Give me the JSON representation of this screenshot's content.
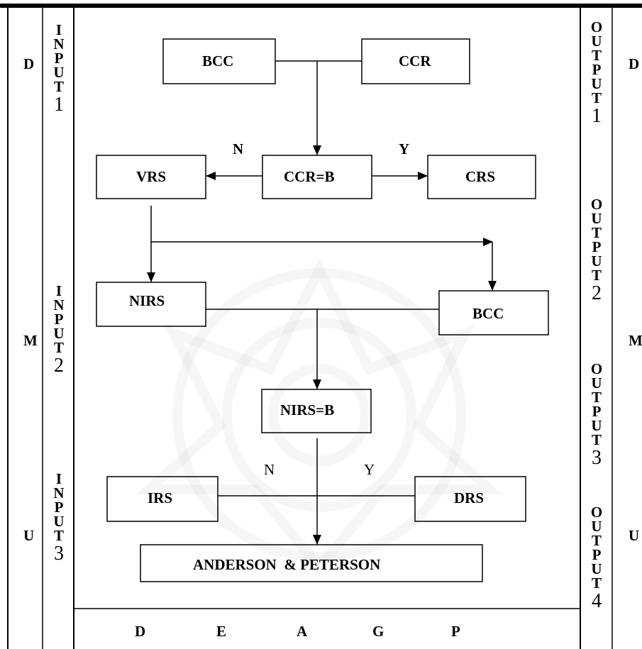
{
  "left_margin": [
    "D",
    "M",
    "U"
  ],
  "right_margin": [
    "D",
    "M",
    "U"
  ],
  "inputs": [
    {
      "letters": [
        "I",
        "N",
        "P",
        "U",
        "T"
      ],
      "number": "1"
    },
    {
      "letters": [
        "I",
        "N",
        "P",
        "U",
        "T"
      ],
      "number": "2"
    },
    {
      "letters": [
        "I",
        "N",
        "P",
        "U",
        "T"
      ],
      "number": "3"
    }
  ],
  "outputs": [
    {
      "letters": [
        "O",
        "U",
        "T",
        "P",
        "U",
        "T"
      ],
      "number": "1"
    },
    {
      "letters": [
        "O",
        "U",
        "T",
        "P",
        "U",
        "T"
      ],
      "number": "2"
    },
    {
      "letters": [
        "O",
        "U",
        "T",
        "P",
        "U",
        "T"
      ],
      "number": "3"
    },
    {
      "letters": [
        "O",
        "U",
        "T",
        "P",
        "U",
        "T"
      ],
      "number": "4"
    }
  ],
  "nodes": {
    "bcc_top": "BCC",
    "ccr": "CCR",
    "ccr_eq_b": "CCR=B",
    "vrs": "VRS",
    "crs": "CRS",
    "nirs": "NIRS",
    "bcc_mid": "BCC",
    "nirs_eq_b": "NIRS=B",
    "irs": "IRS",
    "drs": "DRS",
    "anderson": "ANDERSON  & PETERSON"
  },
  "branch_labels": {
    "n1": "N",
    "y1": "Y",
    "n2": "N",
    "y2": "Y"
  },
  "bottom_row": [
    "D",
    "E",
    "A",
    "G",
    "P"
  ],
  "colors": {
    "line": "#000000",
    "watermark": "#c8c8c8"
  }
}
